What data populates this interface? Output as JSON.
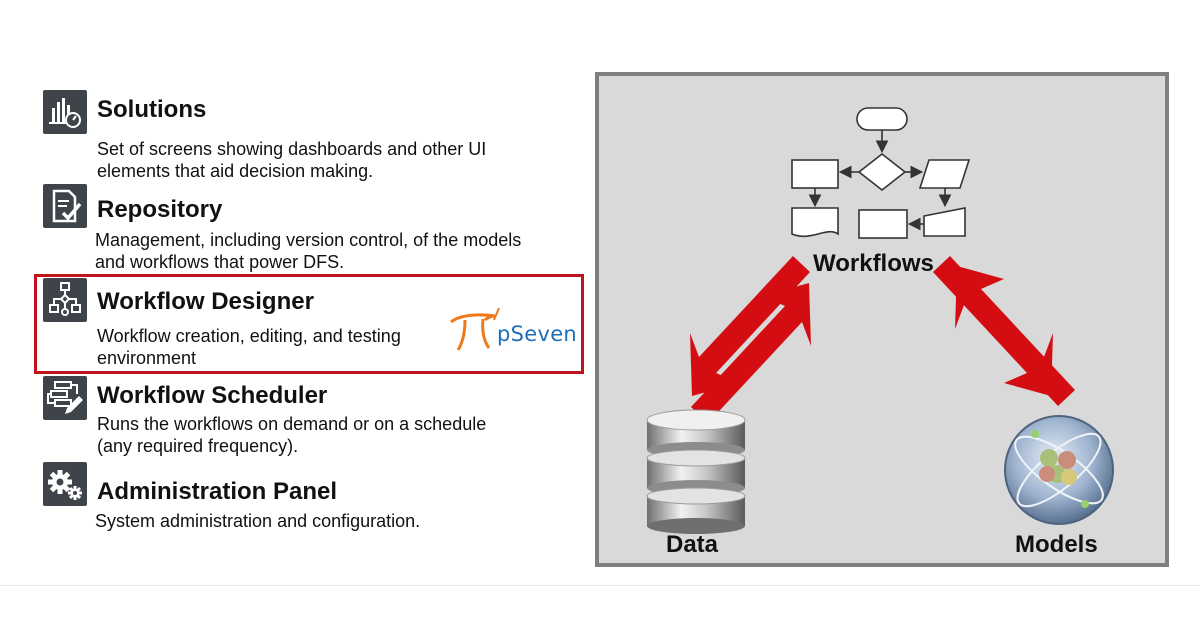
{
  "items": [
    {
      "title": "Solutions",
      "desc_lines": [
        "Set of screens showing dashboards and other UI",
        "elements that aid decision making."
      ],
      "icon": "chart-gauge-icon"
    },
    {
      "title": "Repository",
      "desc_lines": [
        "Management, including version control, of the models",
        "and workflows that power DFS."
      ],
      "icon": "document-check-icon"
    },
    {
      "title": "Workflow Designer",
      "desc_lines": [
        "Workflow creation, editing, and testing",
        "environment"
      ],
      "icon": "workflow-nodes-icon"
    },
    {
      "title": "Workflow Scheduler",
      "desc_lines": [
        "Runs the workflows on demand or on a schedule",
        "(any required frequency)."
      ],
      "icon": "schedule-edit-icon"
    },
    {
      "title": "Administration Panel",
      "desc_lines": [
        "System administration and configuration."
      ],
      "icon": "gears-icon"
    }
  ],
  "pseven_logo_text": "pSeven",
  "diagram": {
    "workflows_label": "Workflows",
    "data_label": "Data",
    "models_label": "Models"
  },
  "colors": {
    "highlight": "#c0141c",
    "arrow": "#d40d12",
    "panel_bg": "#d9d9d9",
    "panel_border": "#7f7f7f",
    "icon_bg": "#3f444a",
    "pseven_blue": "#1f6fb8",
    "pseven_orange": "#f07a1a"
  }
}
